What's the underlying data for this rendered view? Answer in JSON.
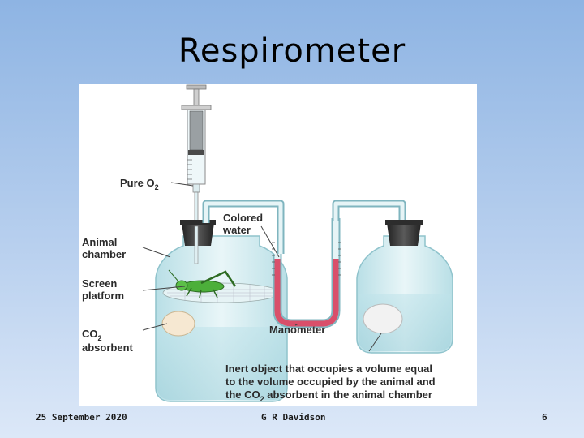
{
  "slide": {
    "title": "Respirometer",
    "date": "25 September 2020",
    "author": "G R Davidson",
    "page_number": "6"
  },
  "diagram": {
    "labels": {
      "pure_o2": "Pure O",
      "pure_o2_sub": "2",
      "colored_water_1": "Colored",
      "colored_water_2": "water",
      "animal_chamber_1": "Animal",
      "animal_chamber_2": "chamber",
      "screen_platform_1": "Screen",
      "screen_platform_2": "platform",
      "co2_absorbent_1": "CO",
      "co2_absorbent_1_sub": "2",
      "co2_absorbent_2": "absorbent",
      "manometer": "Manometer",
      "inert_1": "Inert object that occupies a volume equal",
      "inert_2": "to the volume occupied by the animal and",
      "inert_3_pre": "the CO",
      "inert_3_sub": "2",
      "inert_3_post": " absorbent in the animal chamber"
    },
    "colors": {
      "water": "#d94f6a",
      "glass": "#d8eef2",
      "stopper": "#3b3b3b",
      "grasshopper": "#4caf3a"
    }
  }
}
